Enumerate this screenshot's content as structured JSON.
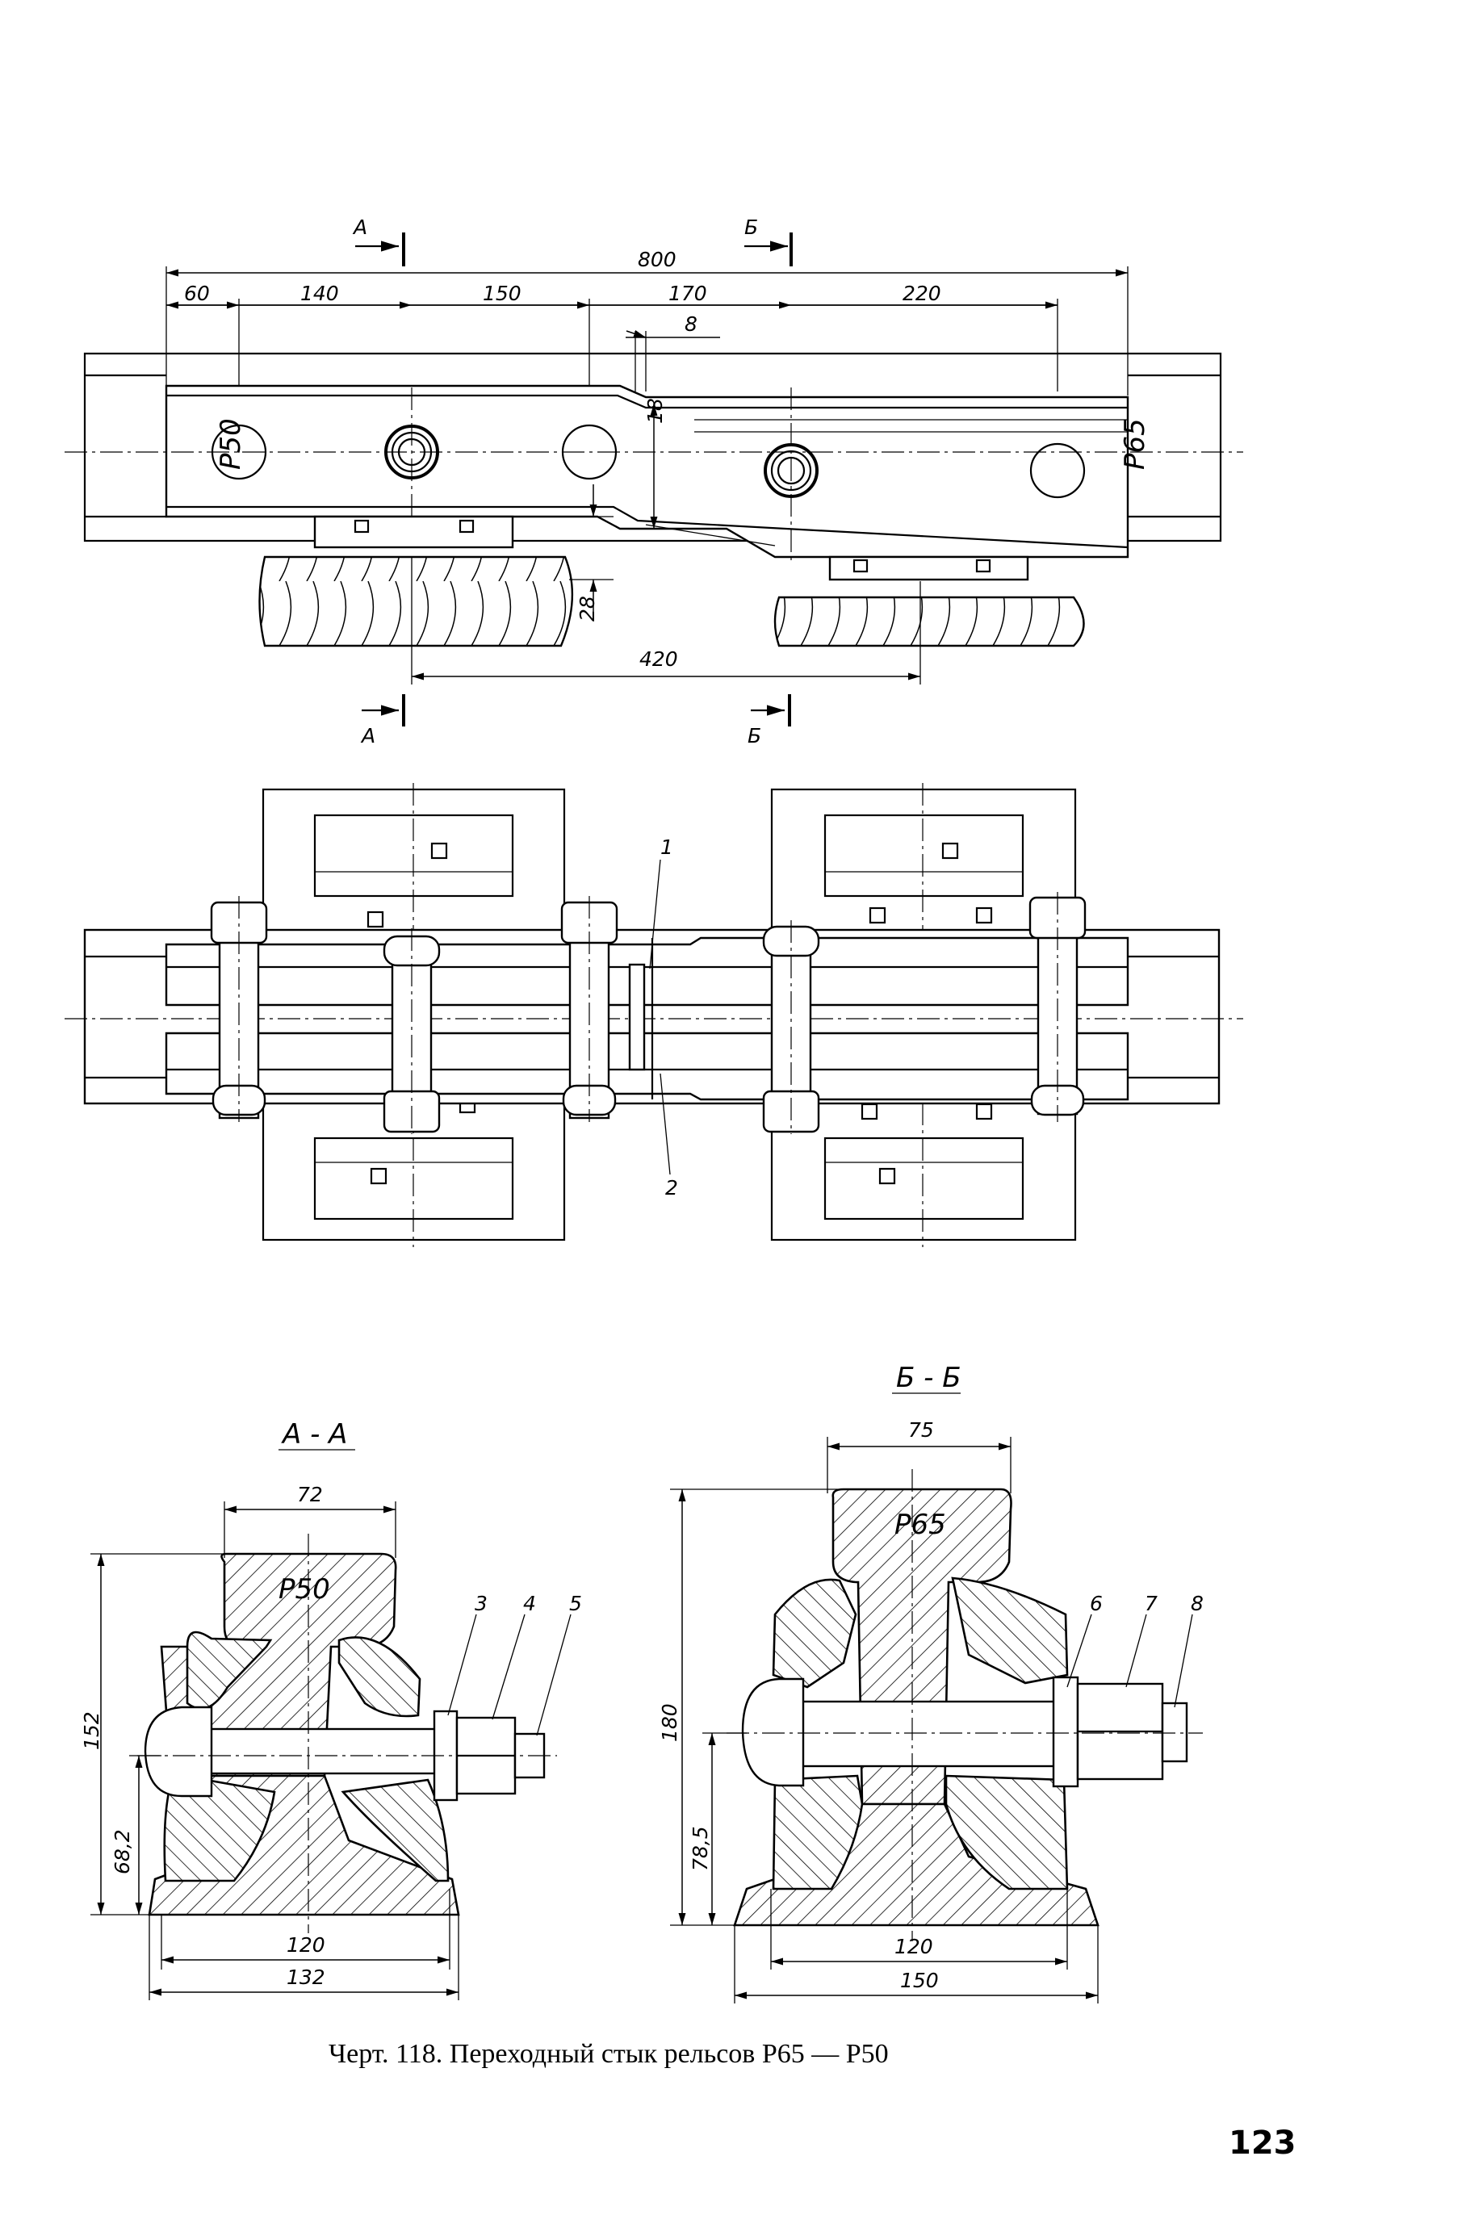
{
  "caption": "Черт. 118. Переходный стык рельсов Р65 — Р50",
  "page_number": "123",
  "section_marks": {
    "a": "А",
    "b": "Б"
  },
  "section_titles": {
    "aa": "А - А",
    "bb": "Б - Б"
  },
  "rail_labels": {
    "p50": "Р50",
    "p65": "Р65"
  },
  "plan_dimensions": {
    "total": "800",
    "d60": "60",
    "d140": "140",
    "d150": "150",
    "d170": "170",
    "d220": "220",
    "d8": "8",
    "d18": "18",
    "d28": "28",
    "d420": "420"
  },
  "top_view_callouts": {
    "c1": "1",
    "c2": "2"
  },
  "section_a_dimensions": {
    "head": "72",
    "height": "152",
    "bolt": "68,2",
    "base_inner": "120",
    "base": "132"
  },
  "section_b_dimensions": {
    "head": "75",
    "height": "180",
    "bolt": "78,5",
    "base_inner": "120",
    "base": "150"
  },
  "section_a_callouts": {
    "c3": "3",
    "c4": "4",
    "c5": "5"
  },
  "section_b_callouts": {
    "c6": "6",
    "c7": "7",
    "c8": "8"
  }
}
